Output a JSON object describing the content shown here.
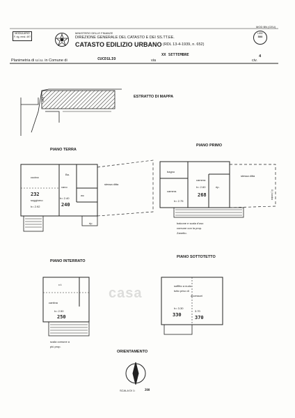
{
  "header": {
    "ministry": "MINISTERO DELLE FINANZE",
    "direction": "DIREZIONE GENERALE DEL CATASTO E DEI SS.TT.EE.",
    "office": "CATASTO EDILIZIO URBANO",
    "law": "(RDL 13-4-1939, n. 652)",
    "model_code": "MOD BN (CEU)",
    "model_box_line1": "MODULARIO",
    "model_box_line2": "F. rig. rend. 497",
    "stamp_line1": "LIRE",
    "stamp_line2": "500"
  },
  "form": {
    "plan_label": "Planimetria di u.i.u. in Comune di",
    "comune": "CUCEGLIO",
    "via_label": "via",
    "via_value": "XX SETTEMBRE",
    "civ_label": "civ.",
    "civ_value": "4"
  },
  "sections": {
    "map_extract": "ESTRATTO DI MAPPA",
    "map_number": "552",
    "ground_floor": "PIANO TERRA",
    "first_floor": "PIANO PRIMO",
    "basement": "PIANO INTERRATO",
    "attic": "PIANO SOTTOTETTO"
  },
  "ground_floor_rooms": {
    "kitchen": "cucina",
    "living": "soggiorno",
    "living_height": "h= 2.92",
    "living_hand": "232",
    "bathroom": "Ba.",
    "vano": "vano",
    "vano_height": "h= 2.40",
    "vano_hand": "240",
    "wc": "wc",
    "same_owner": "stessa ditta",
    "rip": "rip"
  },
  "first_floor_rooms": {
    "bathroom": "bagno",
    "room1": "camera",
    "room1_height": "h= 2.75",
    "room2": "camera",
    "room2_height": "h= 2.60",
    "room2_hand": "268",
    "rip": "rip.",
    "same_owner": "stessa ditta",
    "balcony_note1": "balcone e scala d'uso",
    "balcony_note2": "comune con la prop.",
    "balcony_note3": "Zanetto."
  },
  "basement_rooms": {
    "ct": "c.t.",
    "cellar": "cantina",
    "cellar_height": "h= 2.50",
    "cellar_hand": "250",
    "stairs_note1": "scala comune a",
    "stairs_note2": "più prop."
  },
  "attic_rooms": {
    "note1": "soffitto a nudo",
    "note2": "tutto privo di",
    "note3": "accessori",
    "height1": "h= 3.30",
    "height1_hand": "330",
    "height2": "3.70",
    "height2_hand": "370"
  },
  "footer": {
    "orientation": "ORIENTAMENTO",
    "scale_label": "SCALA DI 1:",
    "scale_value": "200",
    "side_note": "0 | lonbo"
  },
  "watermark": "casa"
}
